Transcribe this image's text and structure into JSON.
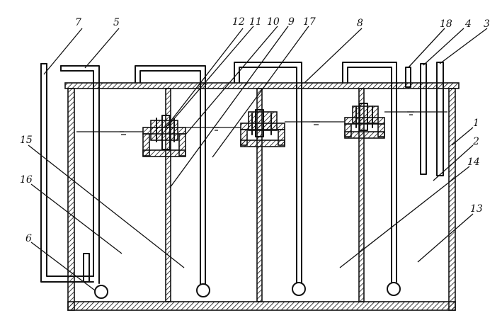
{
  "diagram": {
    "labels": {
      "l1": "1",
      "l2": "2",
      "l3": "3",
      "l4": "4",
      "l5": "5",
      "l6": "6",
      "l7": "7",
      "l8": "8",
      "l9": "9",
      "l10": "10",
      "l11": "11",
      "l12": "12",
      "l13": "13",
      "l14": "14",
      "l15": "15",
      "l16": "16",
      "l17": "17",
      "l18": "18"
    }
  }
}
